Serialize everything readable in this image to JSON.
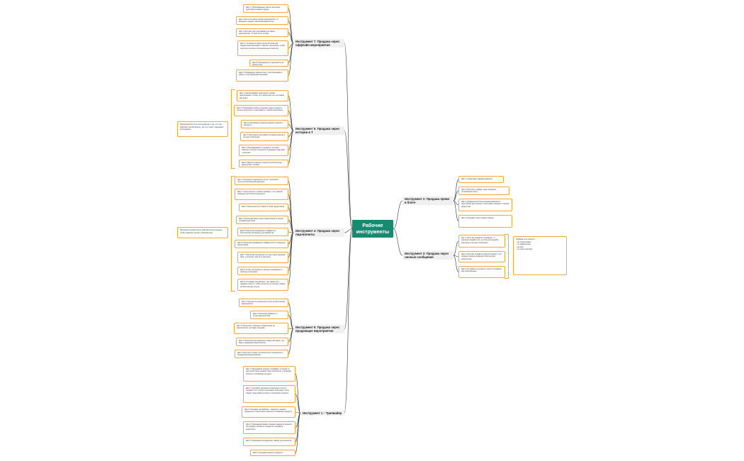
{
  "central_topic": "Рабочие инструменты",
  "colors": {
    "central": "#178a72",
    "step_border": "#f5a63a",
    "branch_bg": "#f0f0f0",
    "connector": "#333333"
  },
  "branches": [
    {
      "title": "Инструмент 7: Продажа через оффлайн мероприятия",
      "steps": [
        "Шаг 1: Облюбованные места скопления аудитории в вашем городе",
        "Шаг 2: Если это ваше первое мероприятие, то выберите людей с заинтересованностью",
        "Шаг 3: Если вы уже участвовали на таком мероприятии, то выступите на нём",
        "Шаг 4: Установите перед залом бесплатный раздаточный материал с сайтом и контактом, чтобы получить контакты потенциальных клиентов",
        "Шаг 5: Перезвоните и пригласите на диагностику",
        "Шаг 6: Проведение диагностики с приглашением в работу и последующей продажей"
      ]
    },
    {
      "title": "Инструмент 5: Продажа через истории в Т",
      "note": "Преимущество этого инструмента в том, что они работают как бесплатно, так и в сторис, завлекают этой модели.",
      "steps": [
        "Шаг 1: Рассказывайте аудитории о своём предложении, потому что подписчики это постоянно вас видят",
        "Шаг 2: Показывайте кейсы учеников: какие показали лучшие результаты и расскажите о своей реализации",
        "Шаг 3: Расскажите ценность вашего дорогого продукта",
        "Шаг 4: Пригласите на разбор ситуации клиента в личные сообщения",
        "Шаг 5: Разговаривайте о продукте, который помогает получить результат. Продажа в действии - решение",
        "Шаг 6: Ведите клиента к записи на бесплатную диагностику / разбор"
      ]
    },
    {
      "title": "Инструмент 4: Продажа через лид-магниты",
      "note": "Лид-магнит должен быть действительно ценным, чтобы помогать решать проблемы ЦА.",
      "steps": [
        "Шаг 1: Прогрев в социальных сетях с призывом получить бесплатный материал",
        "Шаг 2: Через контент и кейсы покажите, что с вашей помощью достигается результат",
        "Шаг 3: Рассылка этого кейса по базе подписчиков",
        "Шаг 4: Рассылка кейса через подписчиков по своей целевой аудитории",
        "Шаг 5: Рассылка продающего оффера по бесплатному материалу для вашей ЦА",
        "Шаг 6: Рассылка продающего оффера в ЛС с помощью подписчиков",
        "Шаг 7: Рассылка лид-магнита по уже существующей базе, с которой у вас есть контакты",
        "Шаг 8: Ответ на вопросы в личных сообщениях и переход на продажу",
        "Шаг 9: Отправка лид-магнита, где также есть подарок клиенту, чтобы получить его контакт (обмен на бесплатную услугу)"
      ]
    },
    {
      "title": "Инструмент 6: Продажа через продающие мероприятия",
      "steps": [
        "Шаг 1: Прогрев в социальных сетях на бесплатное мероприятие",
        "Шаг 2: Рассылка оффера по существующей базе",
        "Шаг 3: Рассылка с помощью подписчиков на мероприятие, где будет продажа",
        "Шаг 4: Рассылка приглашения в закрытый канал, где будет продающее мероприятие",
        "Шаг 5: Если есть клиент, который хочет пообщаться с продающим мероприятием"
      ]
    },
    {
      "title": "Инструмент 1 – Трипвайер",
      "steps": [
        "Шаг 1: Придумайте продукт-трипвайер, который по доступной цене покажет вашу экспертизу и приведёт клиента к основному продукту",
        "Шаг 2: Сделайте прогрев в социальных сетях и продайте этот продукт как можно большему числу людей, подогревая интерес к основному продукту",
        "Шаг 3: Продажа трипвайера – закрепите знания продуктом и подготовьте клиента к основному продукту",
        "Шаг 4: Проведение живых продаж: выведите клиента на продажу основного продукта и покажите результаты",
        "Шаг 5: Проведение продающего эфира для клиентов",
        "Шаг 6: Продажа дорогого продукта"
      ]
    },
    {
      "title": "Инструмент 2: Продажа прямо в блоге",
      "steps": [
        "Шаг 1: Грамотная упаковка аккаунта",
        "Шаг 2: Прогрев и оффер через активное потребление блога",
        "Шаг 3: Добавление больше взаимодействия с аудиторией (регулярное и системное общение с вашим аккаунтом)",
        "Шаг 4: Продажа через прямые эфиры"
      ]
    },
    {
      "title": "Инструмент 3: Продажа через личные сообщения",
      "steps": [
        "Шаг 1: Если вы продаёте трипвайер, то сначала продайте его, а потом используйте рассылку в личные сообщения",
        "Шаг 2: Если вы продаёте дорогой продукт, то в первую очередь проведите бесплатную диагностику",
        "Шаг 3: Не давите на клиента, просто отправьте ему предложение"
      ],
      "note": "Офферы для клиента:\n– не подписчикам\n– по завершению\n– на сайт\n– не через рекламу"
    }
  ]
}
